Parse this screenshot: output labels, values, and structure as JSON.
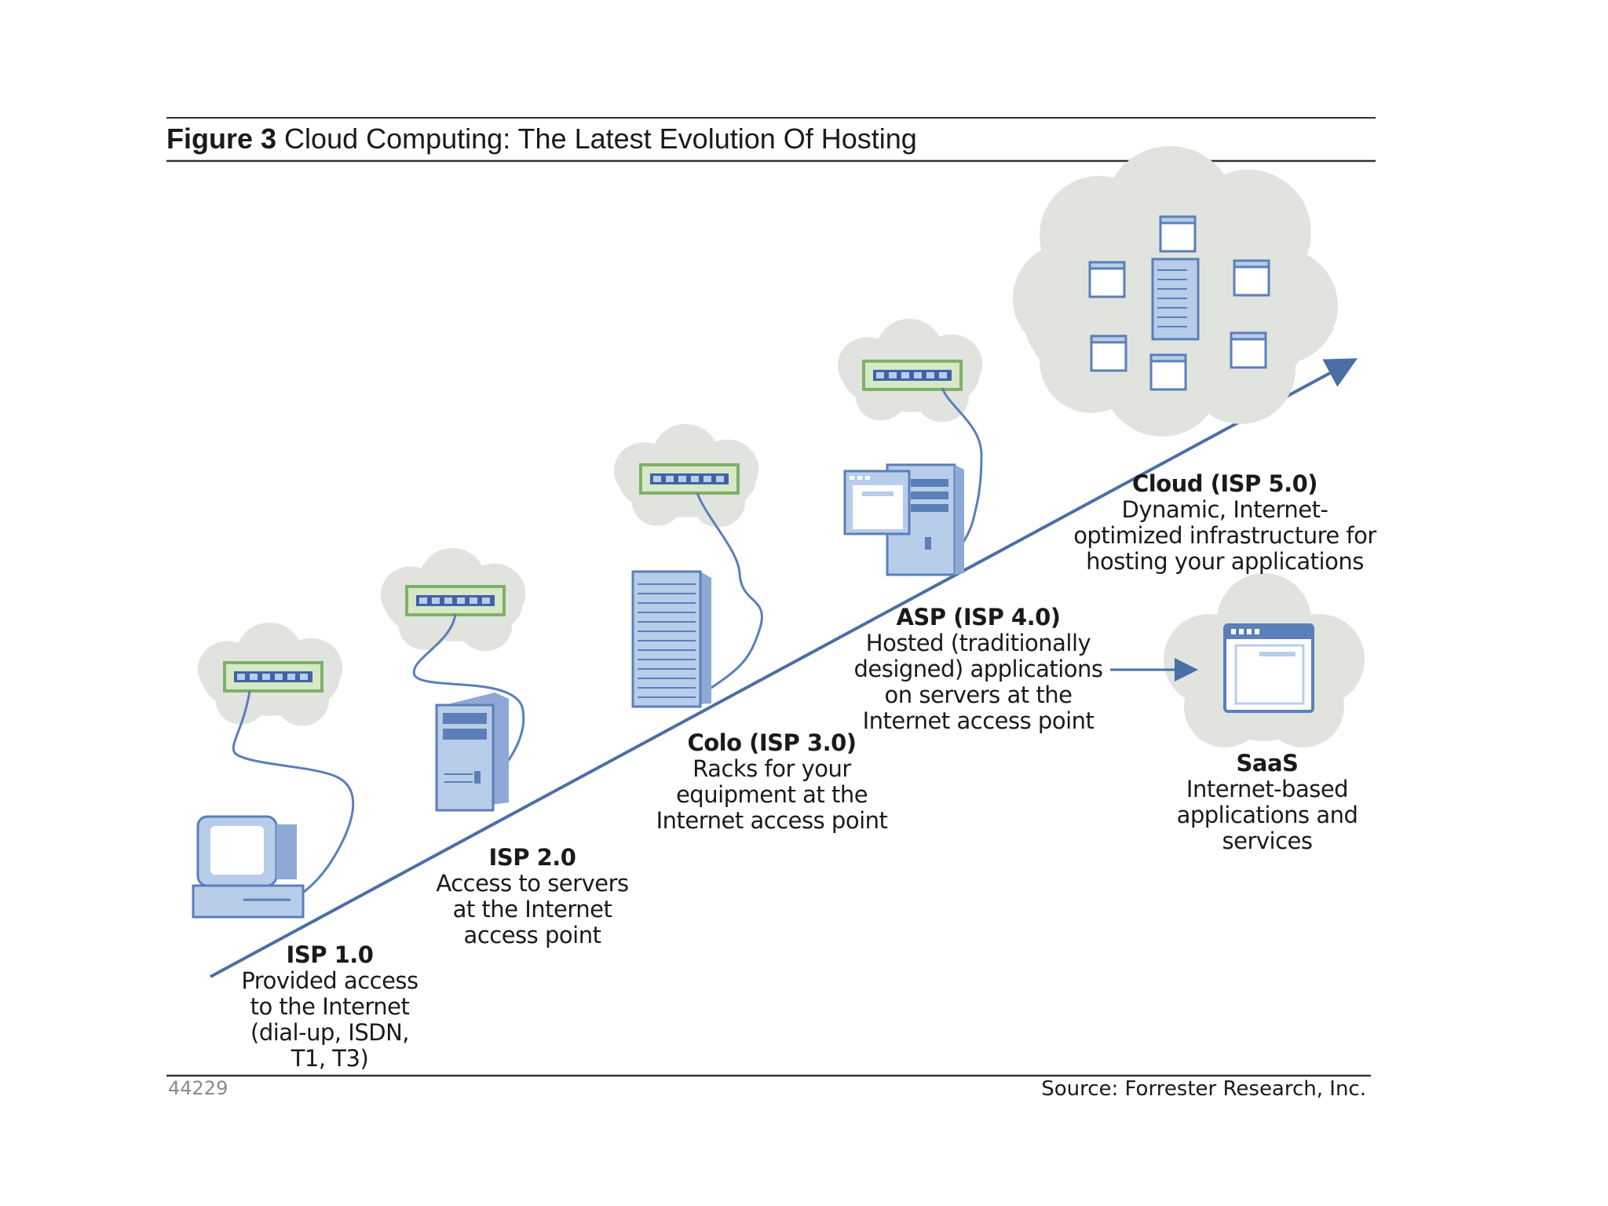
{
  "figure": {
    "label": "Figure 3",
    "title": "Cloud Computing: The Latest Evolution Of Hosting"
  },
  "stages": [
    {
      "name": "ISP 1.0",
      "lines": [
        "Provided access",
        "to the Internet",
        "(dial-up, ISDN,",
        "T1, T3)"
      ]
    },
    {
      "name": "ISP 2.0",
      "lines": [
        "Access to servers",
        "at the Internet",
        "access point"
      ]
    },
    {
      "name": "Colo (ISP 3.0)",
      "lines": [
        "Racks for your",
        "equipment at the",
        "Internet access point"
      ]
    },
    {
      "name": "ASP (ISP 4.0)",
      "lines": [
        "Hosted (traditionally",
        "designed) applications",
        "on servers at the",
        "Internet access point"
      ]
    },
    {
      "name": "Cloud (ISP 5.0)",
      "lines": [
        "Dynamic, Internet-",
        "optimized infrastructure for",
        "hosting your applications"
      ]
    },
    {
      "name": "SaaS",
      "lines": [
        "Internet-based",
        "applications and",
        "services"
      ]
    }
  ],
  "footer": {
    "figure_id": "44229",
    "source": "Source: Forrester Research, Inc."
  },
  "colors": {
    "arrow": "#4a6fa5",
    "device_fill": "#b8cde9",
    "device_stroke": "#5b7fb8",
    "switch_fill": "#d6e8c6",
    "switch_stroke": "#7fb069",
    "cloud": "#e1e3de",
    "rule": "#333333"
  },
  "icons": [
    "desktop-computer-icon",
    "tower-server-icon",
    "rack-server-icon",
    "server-with-window-icon",
    "cloud-server-cluster-icon",
    "saas-window-icon",
    "network-switch-icon"
  ]
}
